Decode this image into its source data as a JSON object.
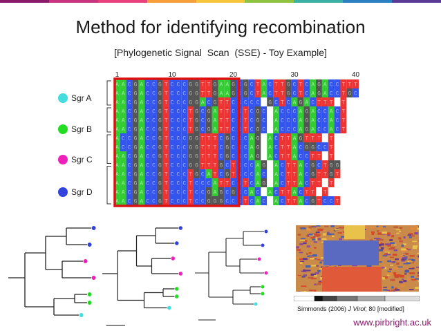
{
  "page": {
    "title": "Method for identifying recombination",
    "subtitle": "[Phylogenetic Signal  Scan  (SSE) - Toy Example]",
    "credit_author": "Simmonds (2006) ",
    "credit_journal": "J Virol",
    "credit_rest": "; 80 [modified]",
    "footer_url": "www.pirbright.ac.uk"
  },
  "colors": {
    "brand_bar": [
      "#8b1a6b",
      "#c9337f",
      "#e8407a",
      "#f59e3a",
      "#f7c53b",
      "#8fc442",
      "#3bb1a5",
      "#2a7fc1",
      "#5b3a96"
    ],
    "A": "#33cc33",
    "C": "#3355ee",
    "G": "#555555",
    "T": "#ee3333",
    "gap": "#ffffff",
    "highlight": "#dd1111",
    "group_A": "#44dddd",
    "group_B": "#22dd22",
    "group_C": "#ee22bb",
    "group_D": "#3344dd"
  },
  "alignment": {
    "ruler": [
      "1",
      "10",
      "20",
      "30",
      "40"
    ],
    "rows": [
      "AACGACCGTCCCGGTTGAAGCGCTACTTGCTCAGACCTTT",
      "AACGACCGTCCCGGTTGAAGCGCTACTTGCTCAGACCTGC",
      "AACGACCGTCCCGGACGTTCCCCC-GCTCAGACTTT-T",
      "AACGACCGTCCCTGCGATTCCTCGC-ACCCAGACCACT",
      "AACGACCGTCCCTGCGATTCCTCGC-ACCCAGACCACT",
      "AACGACCGTCCCTGCGATTCCTCGC-ACCCAGACCACT",
      "ACCGACCGTCCCGGTTTCGCCCAG-ACTTAGTTT-T",
      "ACCGACCGTCCCGGTTTCGCCCAG-ACTTACGGCCT",
      "AACGACCGTCCCGGTTTCGCCCAG-ACTTACCTT-T",
      "AACGACCGTCCCGGTTTGCTCCCAG-ACTTACGCTGG",
      "AACGACCGTCCCTGCATCGTCCCAC-ACTTACGTTGT",
      "AACGACCGTCCCTCCCATTCCTCAG-ACTTACTT-T",
      "AACGACCGTCCCTCCGAGCGCCAC-ACTTACTT-T",
      "AACGACCGTCCCTCCGGGCCCTCAC-ACTTACGTCCT"
    ],
    "groups": [
      {
        "label": "Sgr A",
        "color": "#44dddd"
      },
      {
        "label": "Sgr B",
        "color": "#22dd22"
      },
      {
        "label": "Sgr C",
        "color": "#ee22bb"
      },
      {
        "label": "Sgr D",
        "color": "#3344dd"
      }
    ]
  }
}
